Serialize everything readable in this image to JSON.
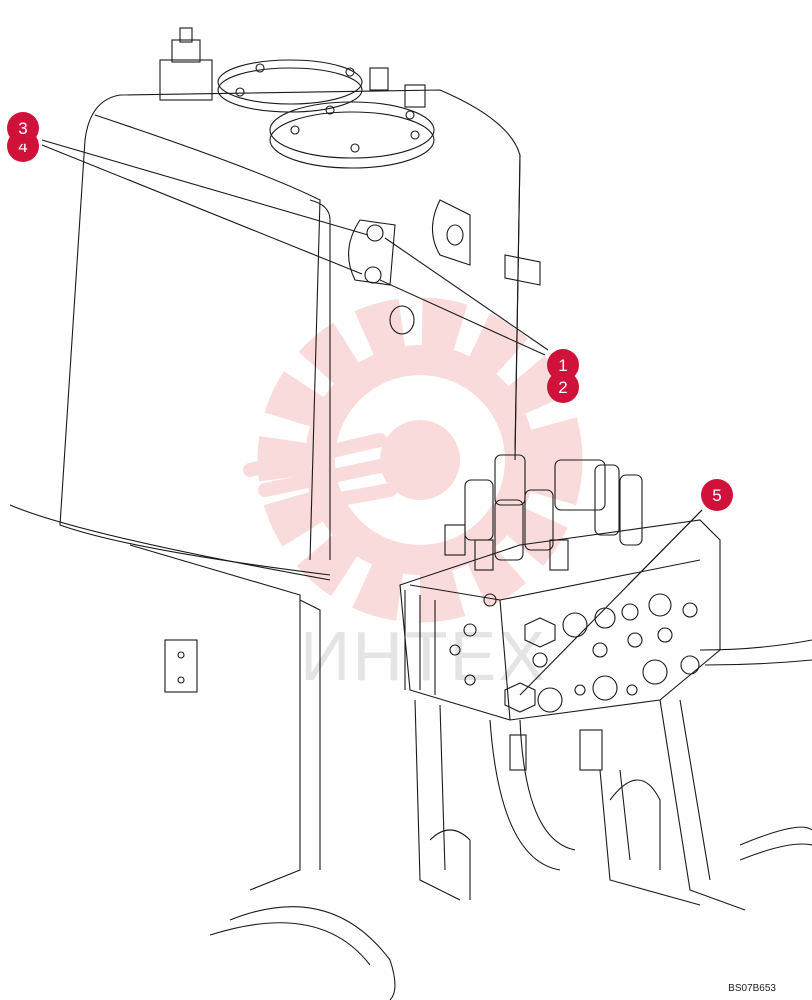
{
  "callouts": [
    {
      "id": "c3",
      "label": "3"
    },
    {
      "id": "c4",
      "label": "4"
    },
    {
      "id": "c1",
      "label": "1"
    },
    {
      "id": "c2",
      "label": "2"
    },
    {
      "id": "c5",
      "label": "5"
    }
  ],
  "watermark": {
    "text": "ИНТЕХ",
    "color": "#f39a9a"
  },
  "drawing_code": "BS07B653",
  "colors": {
    "callout": "#d0123a",
    "line": "#1a1a1a"
  }
}
